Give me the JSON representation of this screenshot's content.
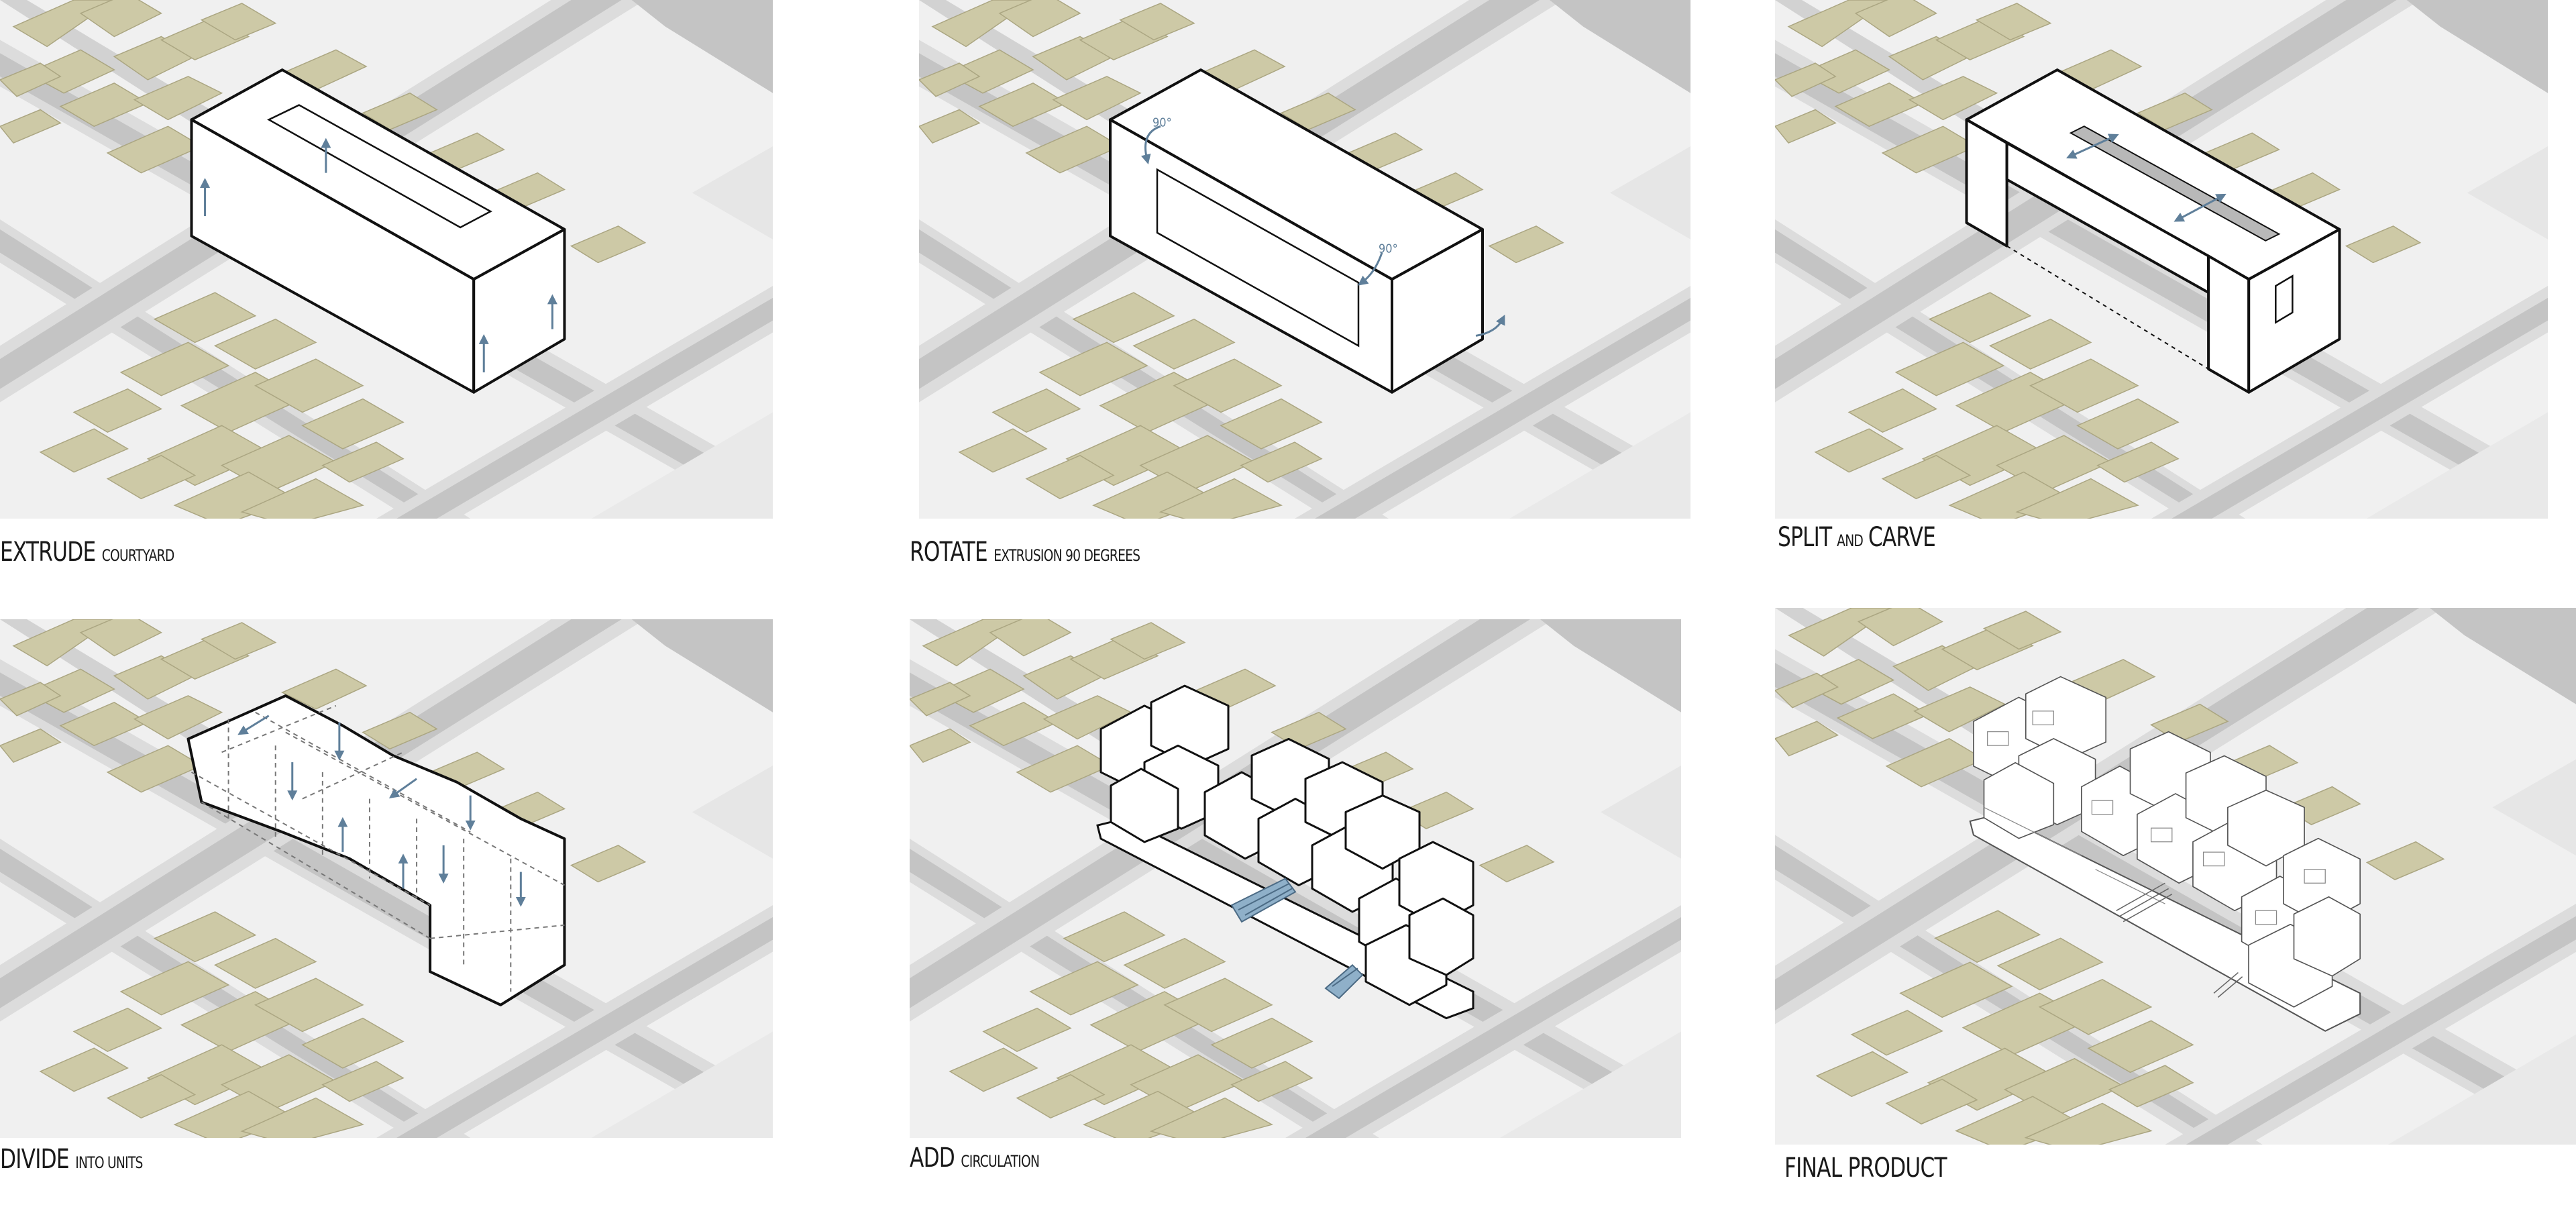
{
  "colors": {
    "ground": "#f0f0f0",
    "road": "#c4c4c4",
    "sidewalk": "#dcdcdc",
    "building": "#cdc9a6",
    "building_edge": "#aba682",
    "massing_line": "#111111",
    "arrow": "#5f7f9a",
    "circulation": "#8fb0c9"
  },
  "panels": [
    {
      "id": "extrude",
      "caption_main": "EXTRUDE",
      "caption_sub": "COURTYARD"
    },
    {
      "id": "rotate",
      "caption_main": "ROTATE",
      "caption_sub": "EXTRUSION 90 DEGREES",
      "angle_label": "90°"
    },
    {
      "id": "split",
      "caption_main": "SPLIT",
      "caption_mid": "AND",
      "caption_end": "CARVE"
    },
    {
      "id": "divide",
      "caption_main": "DIVIDE",
      "caption_sub": "INTO UNITS"
    },
    {
      "id": "add",
      "caption_main": "ADD",
      "caption_sub": "CIRCULATION"
    },
    {
      "id": "final",
      "caption_main": "FINAL PRODUCT"
    }
  ]
}
